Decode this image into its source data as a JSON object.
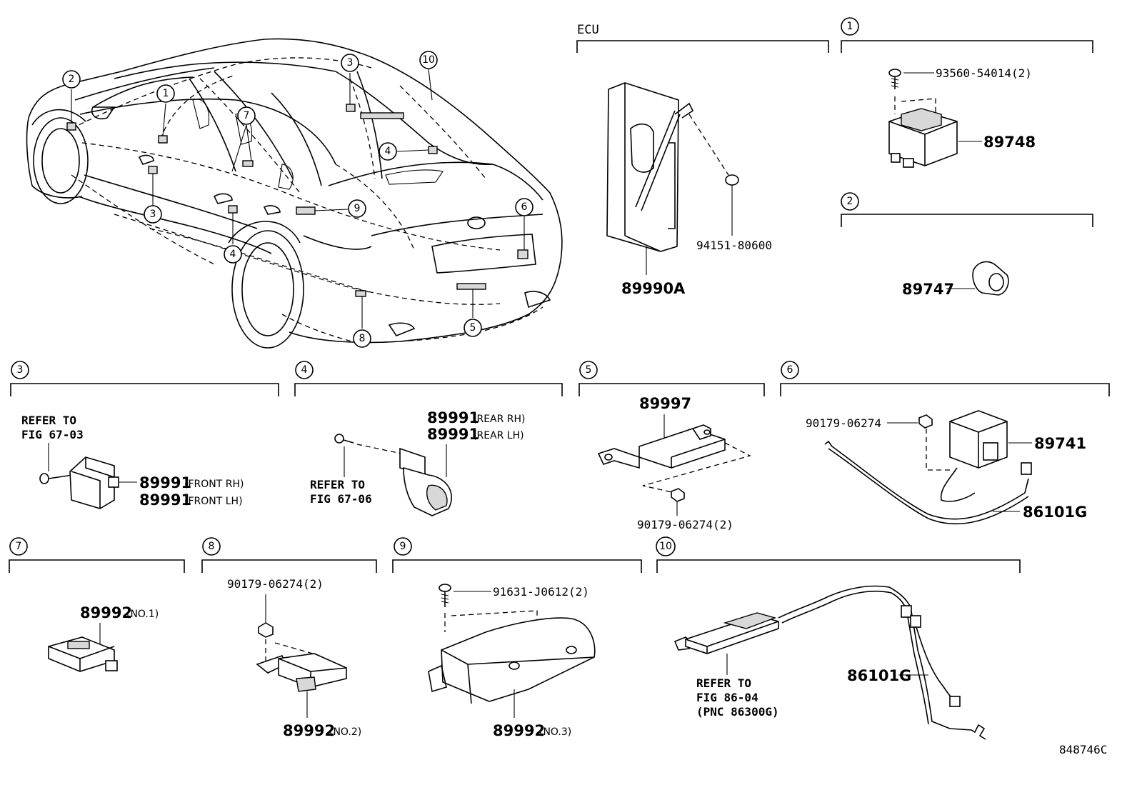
{
  "ecu_header": "ECU",
  "section_numbers": [
    "1",
    "2",
    "3",
    "4",
    "5",
    "6",
    "7",
    "8",
    "9",
    "10"
  ],
  "car_callouts": [
    "2",
    "1",
    "3",
    "7",
    "10",
    "3",
    "4",
    "9",
    "6",
    "4",
    "5",
    "8"
  ],
  "parts": {
    "ecu": "89990A",
    "ecu_clip": "94151-80600",
    "s1_screw": "93560-54014(2)",
    "s1_part": "89748",
    "s2_part": "89747",
    "s3_ref": [
      "REFER TO",
      "FIG 67-03"
    ],
    "s3_part_a": "89991",
    "s3_note_a": "(FRONT RH)",
    "s3_part_b": "89991",
    "s3_note_b": "(FRONT LH)",
    "s4_part_a": "89991",
    "s4_note_a": "(REAR RH)",
    "s4_part_b": "89991",
    "s4_note_b": "(REAR LH)",
    "s4_ref": [
      "REFER TO",
      "FIG 67-06"
    ],
    "s5_part": "89997",
    "s5_nut": "90179-06274(2)",
    "s6_nut": "90179-06274",
    "s6_part": "89741",
    "s6_wire": "86101G",
    "s7_part": "89992",
    "s7_note": "(NO.1)",
    "s8_nut": "90179-06274(2)",
    "s8_part": "89992",
    "s8_note": "(NO.2)",
    "s9_bolt": "91631-J0612(2)",
    "s9_part": "89992",
    "s9_note": "(NO.3)",
    "s10_ref": [
      "REFER TO",
      "FIG 86-04",
      "(PNC 86300G)"
    ],
    "s10_wire": "86101G"
  },
  "diagram_id": "848746C"
}
